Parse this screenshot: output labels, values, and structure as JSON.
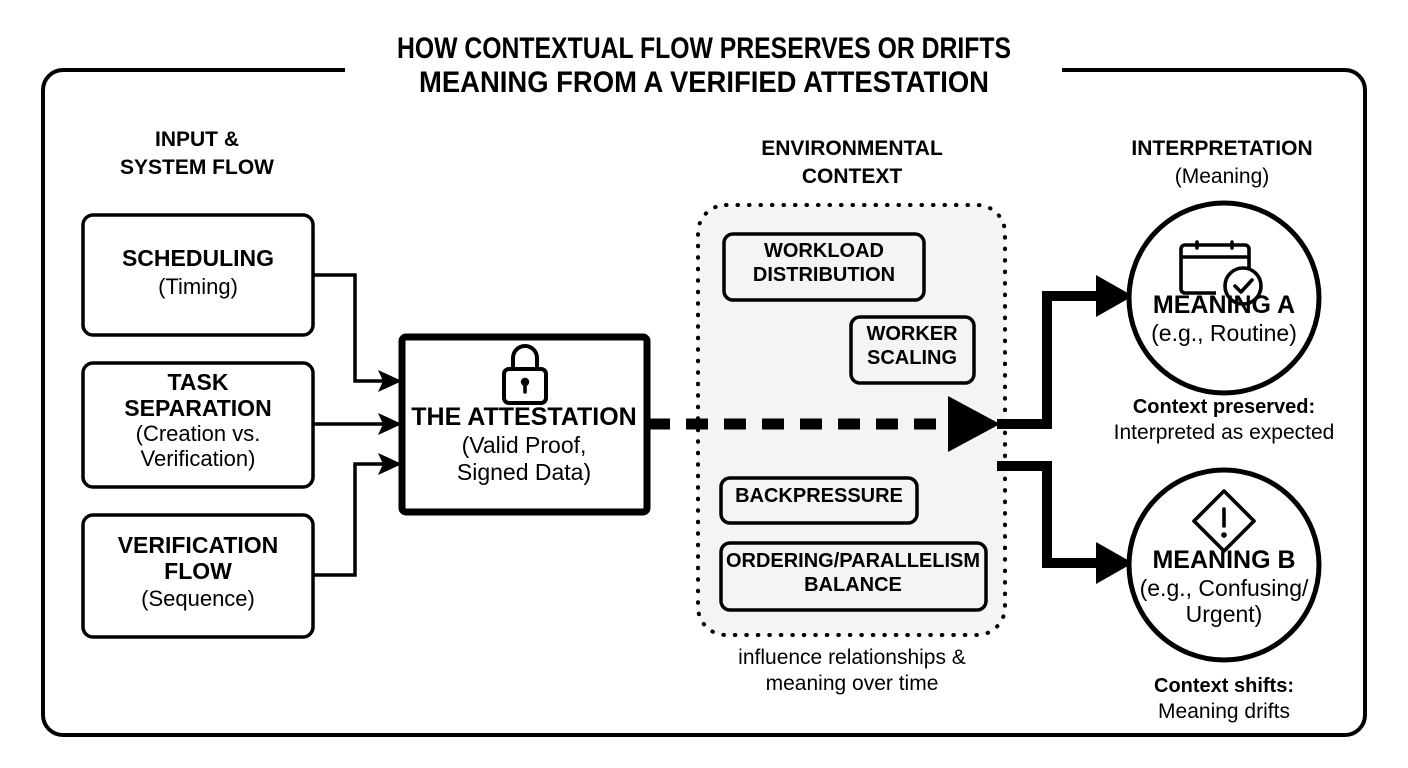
{
  "title": {
    "line1": "HOW CONTEXTUAL FLOW PRESERVES OR DRIFTS",
    "line2": "MEANING FROM A VERIFIED ATTESTATION"
  },
  "columns": {
    "input": {
      "heading_line1": "INPUT &",
      "heading_line2": "SYSTEM FLOW"
    },
    "context": {
      "heading_line1": "ENVIRONMENTAL",
      "heading_line2": "CONTEXT"
    },
    "interpretation": {
      "heading_line1": "INTERPRETATION",
      "heading_line2": "(Meaning)"
    }
  },
  "input_boxes": [
    {
      "title": "SCHEDULING",
      "sub1": "(Timing)",
      "sub2": ""
    },
    {
      "title1": "TASK",
      "title2": "SEPARATION",
      "sub1": "(Creation vs.",
      "sub2": "Verification)"
    },
    {
      "title1": "VERIFICATION",
      "title2": "FLOW",
      "sub1": "(Sequence)",
      "sub2": ""
    }
  ],
  "attestation": {
    "icon": "lock-icon",
    "title": "THE ATTESTATION",
    "sub1": "(Valid Proof,",
    "sub2": "Signed Data)"
  },
  "context_items": [
    {
      "line1": "WORKLOAD",
      "line2": "DISTRIBUTION"
    },
    {
      "line1": "WORKER",
      "line2": "SCALING"
    },
    {
      "line1": "BACKPRESSURE",
      "line2": ""
    },
    {
      "line1": "ORDERING/PARALLELISM",
      "line2": "BALANCE"
    }
  ],
  "context_caption": {
    "line1": "influence relationships &",
    "line2": "meaning over time"
  },
  "outcomes": [
    {
      "icon": "calendar-check-icon",
      "title": "MEANING A",
      "sub": "(e.g., Routine)",
      "caption_bold": "Context preserved:",
      "caption_plain": "Interpreted as expected"
    },
    {
      "icon": "alert-diamond-icon",
      "title": "MEANING B",
      "sub1": "(e.g., Confusing/",
      "sub2": "Urgent)",
      "caption_bold": "Context shifts:",
      "caption_plain": "Meaning drifts"
    }
  ],
  "colors": {
    "stroke": "#000000",
    "background": "#ffffff",
    "panel_fill": "#f4f4f4",
    "chip_fill": "#f4f4f4"
  }
}
